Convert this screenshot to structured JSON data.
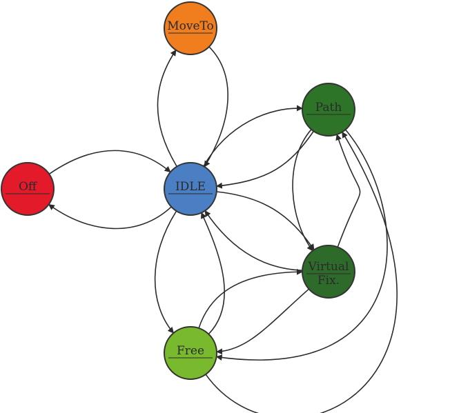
{
  "diagram": {
    "nodes": [
      {
        "id": "moveto",
        "lines": [
          "MoveTo"
        ],
        "color": "#F07E1E"
      },
      {
        "id": "path",
        "lines": [
          "Path"
        ],
        "color": "#2E7428"
      },
      {
        "id": "off",
        "lines": [
          "Off"
        ],
        "color": "#E21A2A"
      },
      {
        "id": "idle",
        "lines": [
          "IDLE"
        ],
        "color": "#4A7FC3"
      },
      {
        "id": "virtual",
        "lines": [
          "Virtual",
          "Fix."
        ],
        "color": "#2E6A2A"
      },
      {
        "id": "free",
        "lines": [
          "Free"
        ],
        "color": "#79B92E"
      }
    ],
    "edges": [
      {
        "from": "off",
        "to": "idle"
      },
      {
        "from": "idle",
        "to": "off"
      },
      {
        "from": "idle",
        "to": "moveto"
      },
      {
        "from": "moveto",
        "to": "idle"
      },
      {
        "from": "idle",
        "to": "path"
      },
      {
        "from": "path",
        "to": "idle"
      },
      {
        "from": "idle",
        "to": "virtual"
      },
      {
        "from": "virtual",
        "to": "idle"
      },
      {
        "from": "idle",
        "to": "free"
      },
      {
        "from": "free",
        "to": "idle"
      },
      {
        "from": "path",
        "to": "virtual"
      },
      {
        "from": "virtual",
        "to": "path"
      },
      {
        "from": "virtual",
        "to": "free"
      },
      {
        "from": "free",
        "to": "virtual"
      },
      {
        "from": "path",
        "to": "free"
      },
      {
        "from": "free",
        "to": "path"
      }
    ]
  }
}
